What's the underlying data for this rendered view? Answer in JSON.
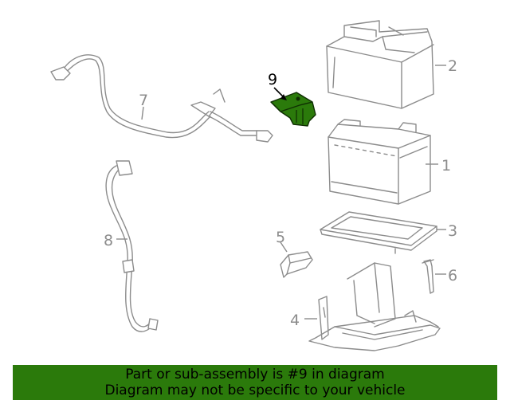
{
  "callouts": {
    "c1": "1",
    "c2": "2",
    "c3": "3",
    "c4": "4",
    "c5": "5",
    "c6": "6",
    "c7": "7",
    "c8": "8",
    "c9": "9"
  },
  "highlight_color": "#2b7a0b",
  "banner": {
    "line1": "Part or sub-assembly is #9 in diagram",
    "line2": "Diagram may not be specific to your vehicle"
  }
}
